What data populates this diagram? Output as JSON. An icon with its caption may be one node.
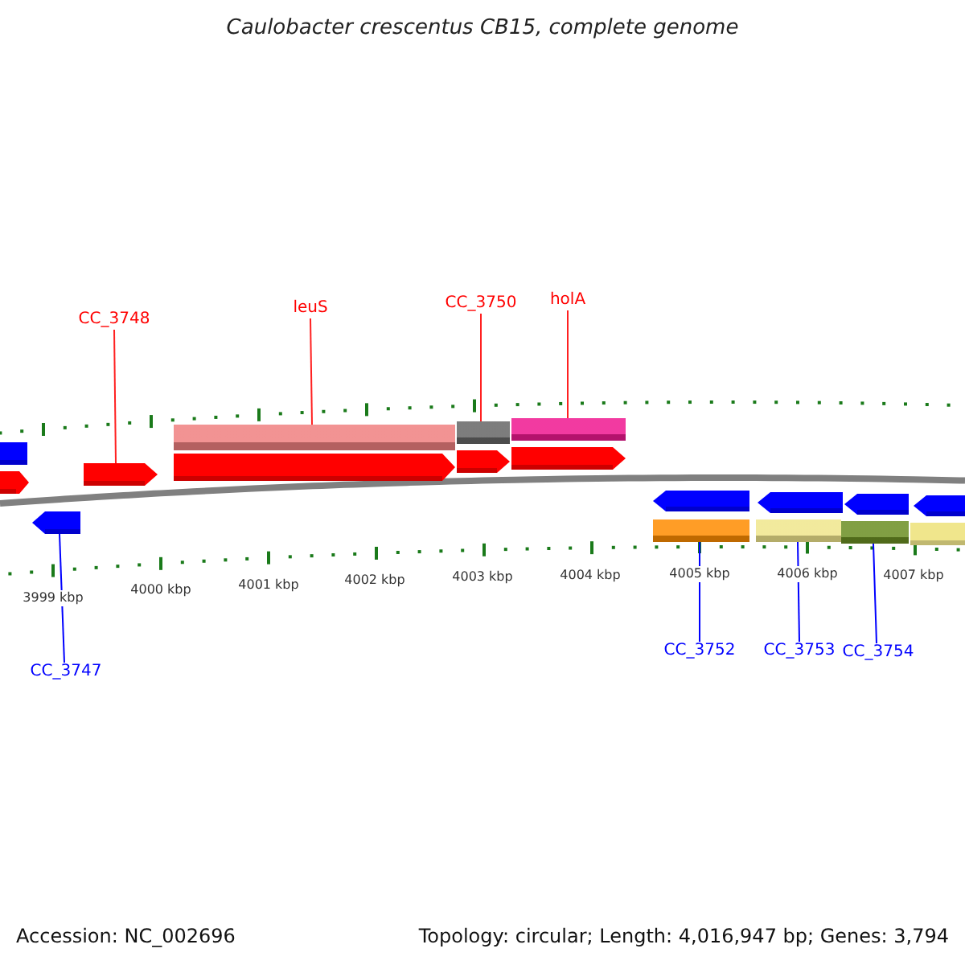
{
  "diagram": {
    "title": "Caulobacter crescentus CB15, complete genome",
    "nodes": [
      {
        "text": [
          "CC_3748"
        ]
      },
      {
        "text": [
          "leuS"
        ]
      },
      {
        "text": [
          "CC_3750"
        ]
      },
      {
        "text": [
          "holA"
        ]
      },
      {
        "text": [
          "CC_3747"
        ]
      },
      {
        "text": [
          "CC_3752"
        ]
      },
      {
        "text": [
          "CC_3753"
        ]
      },
      {
        "text": [
          "CC_3754"
        ]
      },
      {
        "text": [],
        "shape": "arrow"
      },
      {
        "text": [],
        "shape": "bar"
      },
      {
        "text": [],
        "shape": "bar"
      },
      {
        "text": [],
        "shape": "bar"
      },
      {
        "text": [],
        "shape": "arrow"
      },
      {
        "text": [],
        "shape": "bar"
      },
      {
        "text": [],
        "shape": "bar"
      },
      {
        "text": [],
        "shape": "bar"
      }
    ],
    "edges": [
      {
        "from": 0,
        "to": 8,
        "arrow": "none"
      },
      {
        "from": 1,
        "to": 9,
        "arrow": "none"
      },
      {
        "from": 2,
        "to": 10,
        "arrow": "none"
      },
      {
        "from": 3,
        "to": 11,
        "arrow": "none"
      },
      {
        "from": 4,
        "to": 12,
        "arrow": "none",
        "color": "#0000ff"
      },
      {
        "from": 5,
        "to": 13,
        "arrow": "none",
        "color": "#0000ff"
      },
      {
        "from": 6,
        "to": 14,
        "arrow": "none",
        "color": "#0000ff"
      },
      {
        "from": 7,
        "to": 15,
        "arrow": "none",
        "color": "#0000ff"
      }
    ],
    "labels": [
      "3999 kbp",
      "4000 kbp",
      "4001 kbp",
      "4002 kbp",
      "4003 kbp",
      "4004 kbp",
      "4005 kbp",
      "4006 kbp",
      "4007 kbp",
      "Accession: NC_002696",
      "Topology: circular; Length: 4,016,947 bp; Genes: 3,794"
    ]
  }
}
